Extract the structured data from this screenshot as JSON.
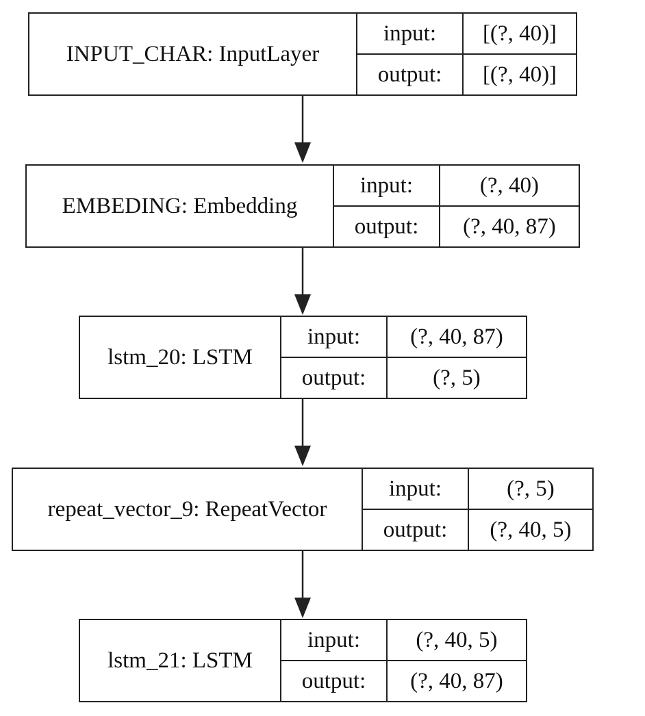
{
  "layers": [
    {
      "name": "INPUT_CHAR: InputLayer",
      "input_label": "input:",
      "input_value": "[(?, 40)]",
      "output_label": "output:",
      "output_value": "[(?, 40)]"
    },
    {
      "name": "EMBEDING: Embedding",
      "input_label": "input:",
      "input_value": "(?, 40)",
      "output_label": "output:",
      "output_value": "(?, 40, 87)"
    },
    {
      "name": "lstm_20: LSTM",
      "input_label": "input:",
      "input_value": "(?, 40, 87)",
      "output_label": "output:",
      "output_value": "(?, 5)"
    },
    {
      "name": "repeat_vector_9: RepeatVector",
      "input_label": "input:",
      "input_value": "(?, 5)",
      "output_label": "output:",
      "output_value": "(?, 40, 5)"
    },
    {
      "name": "lstm_21: LSTM",
      "input_label": "input:",
      "input_value": "(?, 40, 5)",
      "output_label": "output:",
      "output_value": "(?, 40, 87)"
    }
  ],
  "colors": {
    "stroke": "#222222",
    "background": "#ffffff",
    "text": "#111111"
  }
}
